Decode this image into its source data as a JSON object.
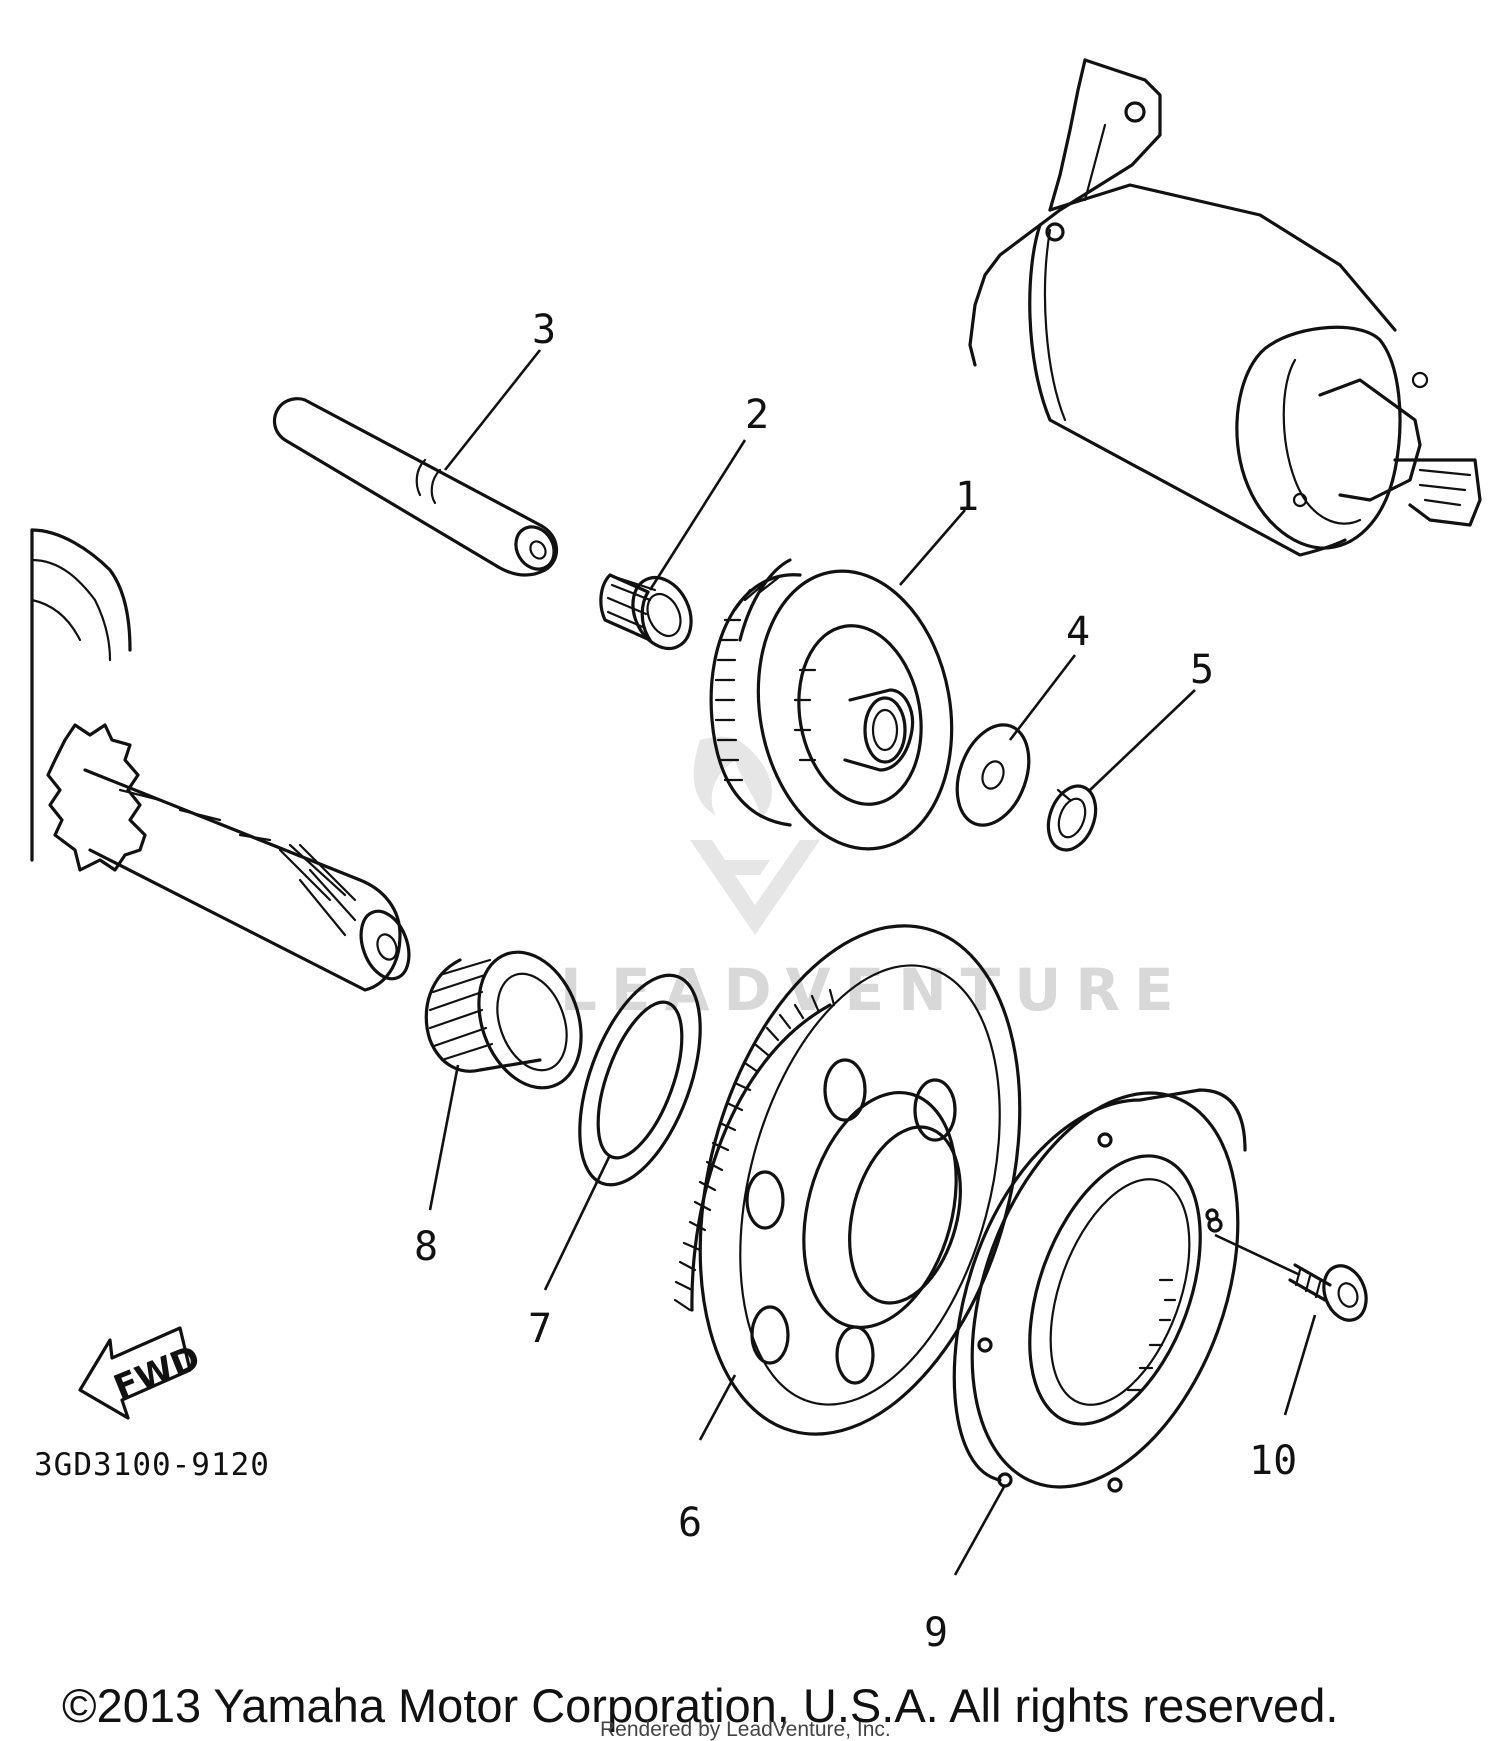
{
  "diagram": {
    "callouts": [
      {
        "id": "1",
        "label": "1"
      },
      {
        "id": "2",
        "label": "2"
      },
      {
        "id": "3",
        "label": "3"
      },
      {
        "id": "4",
        "label": "4"
      },
      {
        "id": "5",
        "label": "5"
      },
      {
        "id": "6",
        "label": "6"
      },
      {
        "id": "7",
        "label": "7"
      },
      {
        "id": "8",
        "label": "8"
      },
      {
        "id": "9",
        "label": "9"
      },
      {
        "id": "10",
        "label": "10"
      }
    ],
    "fwd_label": "FWD",
    "drawing_code": "3GD3100-9120",
    "watermark": "LEADVENTURE"
  },
  "footer": {
    "copyright": "©2013 Yamaha Motor Corporation, U.S.A. All rights reserved.",
    "rendered_by": "Rendered by LeadVenture, Inc."
  }
}
